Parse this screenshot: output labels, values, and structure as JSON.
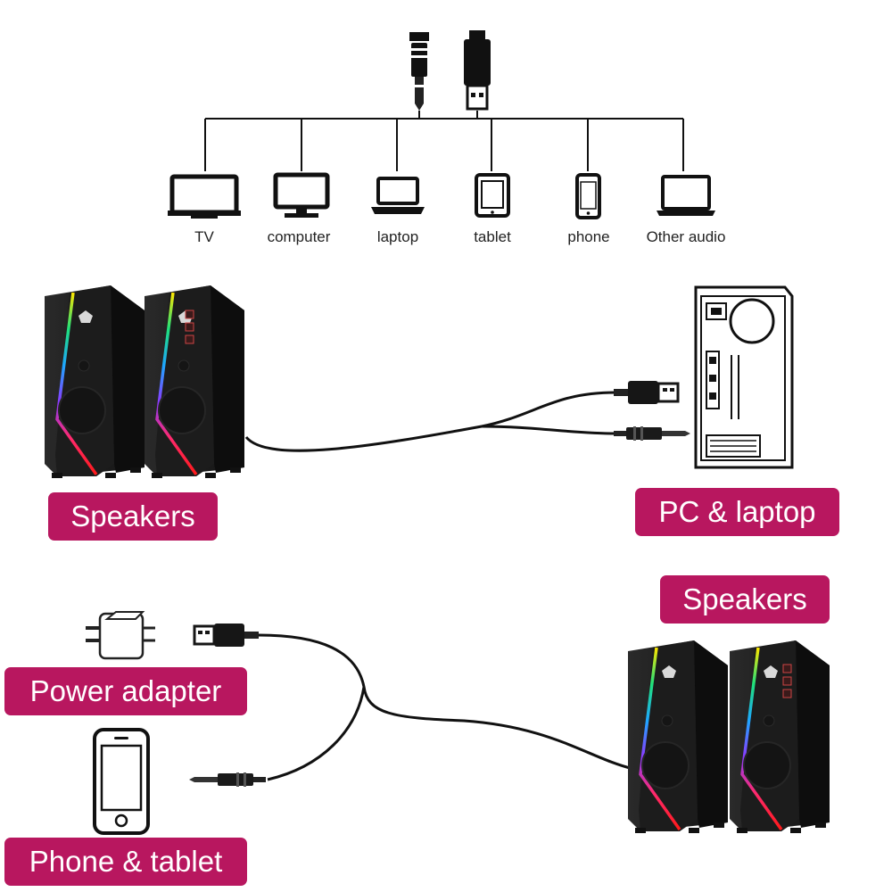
{
  "devices": [
    {
      "label": "TV",
      "icon": "tv-icon"
    },
    {
      "label": "computer",
      "icon": "monitor-icon"
    },
    {
      "label": "laptop",
      "icon": "laptop-icon"
    },
    {
      "label": "tablet",
      "icon": "tablet-icon"
    },
    {
      "label": "phone",
      "icon": "phone-icon"
    },
    {
      "label": "Other audio",
      "icon": "other-audio-icon"
    }
  ],
  "connectors": {
    "audio": "audio-jack-icon",
    "usb": "usb-plug-icon"
  },
  "badges": {
    "speakers_top": "Speakers",
    "pc_laptop": "PC & laptop",
    "speakers_bottom": "Speakers",
    "power_adapter": "Power adapter",
    "phone_tablet": "Phone & tablet"
  },
  "colors": {
    "badge": "#b8175f",
    "speaker_body": "#202020",
    "rgb_strip": [
      "#ff2a6d",
      "#ff8a00",
      "#ffe600",
      "#1fe07a",
      "#1ea7ff",
      "#8a3bff",
      "#ff2a6d"
    ]
  }
}
